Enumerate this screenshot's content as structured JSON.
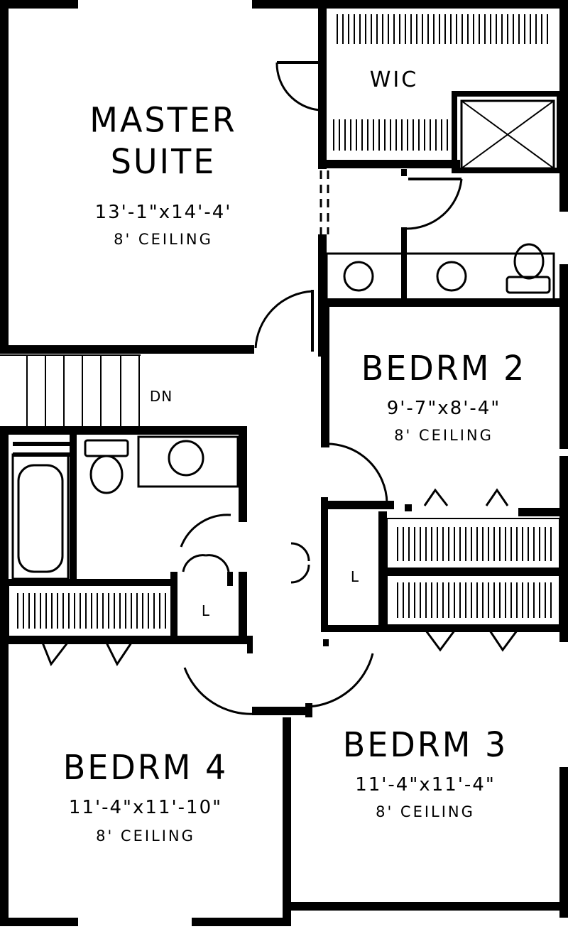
{
  "rooms": {
    "master": {
      "line1": "MASTER",
      "line2": "SUITE",
      "dims": "13'-1\"x14'-4'",
      "ceiling": "8' CEILING"
    },
    "wic": {
      "label": "WIC"
    },
    "bedroom2": {
      "name": "BEDRM 2",
      "dims": "9'-7\"x8'-4\"",
      "ceiling": "8' CEILING"
    },
    "bedroom3": {
      "name": "BEDRM 3",
      "dims": "11'-4\"x11'-4\"",
      "ceiling": "8' CEILING"
    },
    "bedroom4": {
      "name": "BEDRM 4",
      "dims": "11'-4\"x11'-10\"",
      "ceiling": "8' CEILING"
    },
    "linen_left": {
      "label": "L"
    },
    "linen_right": {
      "label": "L"
    }
  },
  "stairs": {
    "label": "DN"
  },
  "colors": {
    "wall": "#000000",
    "background": "#ffffff"
  }
}
